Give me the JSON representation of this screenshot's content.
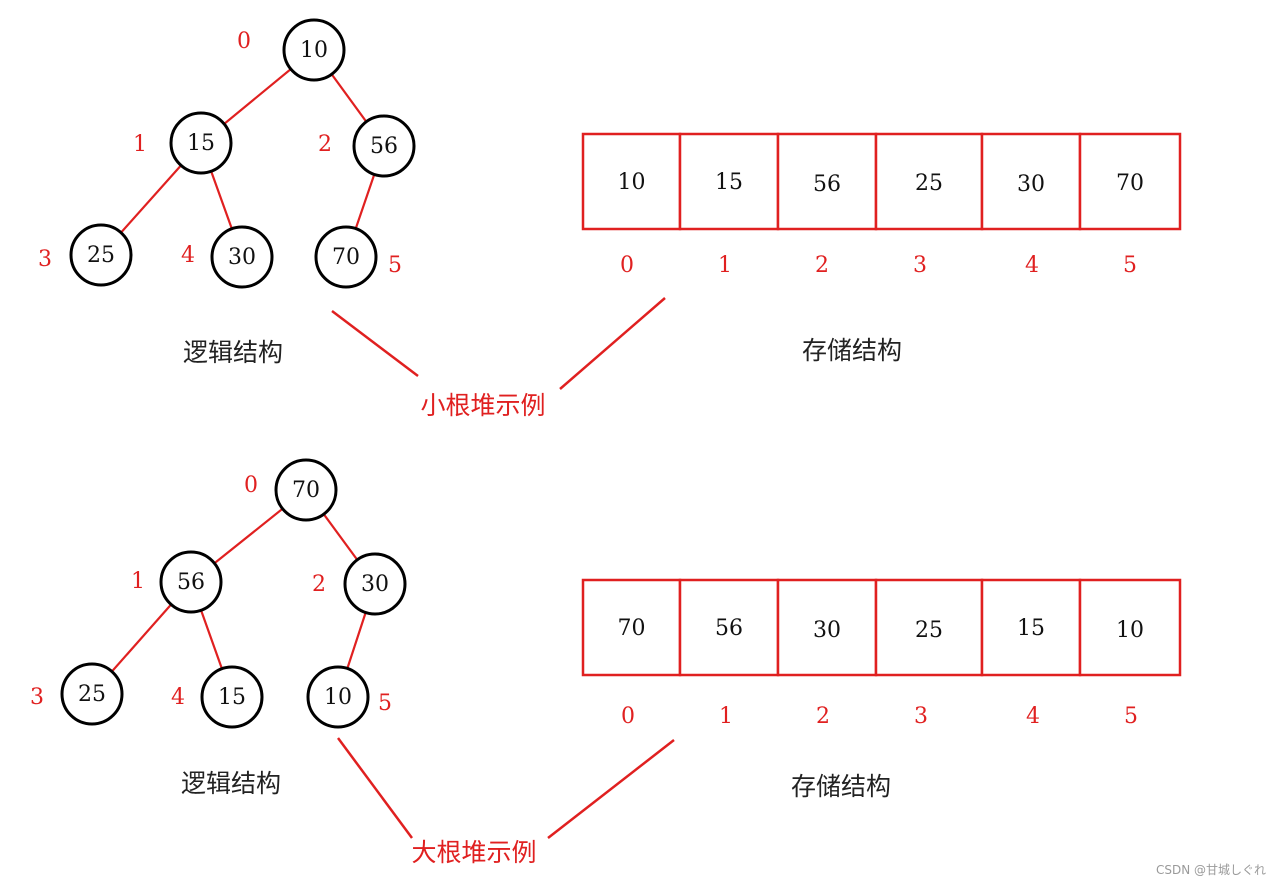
{
  "colors": {
    "accent": "#e02020",
    "ink": "#000000",
    "text": "#222222"
  },
  "examples": [
    {
      "id": "min-heap",
      "title": "小根堆示例",
      "logical_caption": "逻辑结构",
      "storage_caption": "存储结构",
      "values": [
        "10",
        "15",
        "56",
        "25",
        "30",
        "70"
      ],
      "indices": [
        "0",
        "1",
        "2",
        "3",
        "4",
        "5"
      ]
    },
    {
      "id": "max-heap",
      "title": "大根堆示例",
      "logical_caption": "逻辑结构",
      "storage_caption": "存储结构",
      "values": [
        "70",
        "56",
        "30",
        "25",
        "15",
        "10"
      ],
      "indices": [
        "0",
        "1",
        "2",
        "3",
        "4",
        "5"
      ]
    }
  ],
  "watermark": "CSDN @甘城しぐれ"
}
